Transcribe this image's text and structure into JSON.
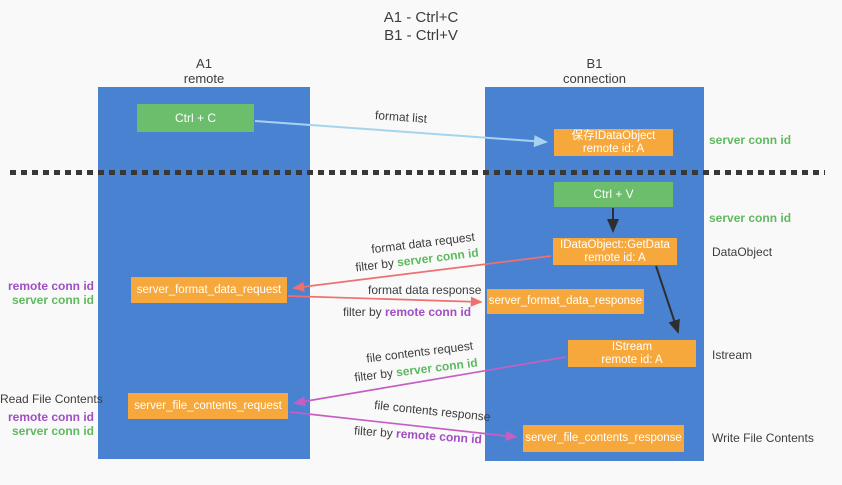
{
  "title": {
    "line1": "A1 - Ctrl+C",
    "line2": "B1 - Ctrl+V"
  },
  "columns": {
    "left": {
      "name": "A1",
      "subtitle": "remote"
    },
    "right": {
      "name": "B1",
      "subtitle": "connection"
    }
  },
  "nodes": {
    "ctrl_c": "Ctrl + C",
    "ctrl_v": "Ctrl + V",
    "save_idataobject": {
      "line1": "保存IDataObject",
      "line2": "remote id: A"
    },
    "getdata": {
      "line1": "IDataObject::GetData",
      "line2": "remote id: A"
    },
    "istream": {
      "line1": "IStream",
      "line2": "remote id: A"
    },
    "format_request": "server_format_data_request",
    "format_response": "server_format_data_response",
    "file_request": "server_file_contents_request",
    "file_response": "server_file_contents_response"
  },
  "arrow_labels": {
    "format_list": "format list",
    "format_data_request": "format data request",
    "format_data_response": "format data response",
    "file_contents_request": "file contents request",
    "file_contents_response": "file contents response",
    "filter_by": "filter by ",
    "server_conn_id": "server conn id",
    "remote_conn_id": "remote conn id"
  },
  "side_labels": {
    "left": {
      "remote_conn_id_1": "remote conn id",
      "server_conn_id_1": "server conn id",
      "read_file_contents": "Read File Contents",
      "remote_conn_id_2": "remote conn id",
      "server_conn_id_2": "server conn id"
    },
    "right": {
      "server_conn_id_1": "server conn id",
      "server_conn_id_2": "server conn id",
      "dataobject": "DataObject",
      "istream": "Istream",
      "write_file_contents": "Write File Contents"
    }
  },
  "colors": {
    "column_blue": "#4a82d2",
    "box_green": "#6cbe6c",
    "box_orange": "#f7a83c",
    "green_label": "#5eba5e",
    "purple_label": "#a04ec4",
    "red_arrow": "#ee7070",
    "magenta_arrow": "#c55fc3",
    "light_blue_arrow": "#a6d3f0",
    "black_arrow": "#2e2e2e",
    "dark_text": "#3d3d3d"
  }
}
